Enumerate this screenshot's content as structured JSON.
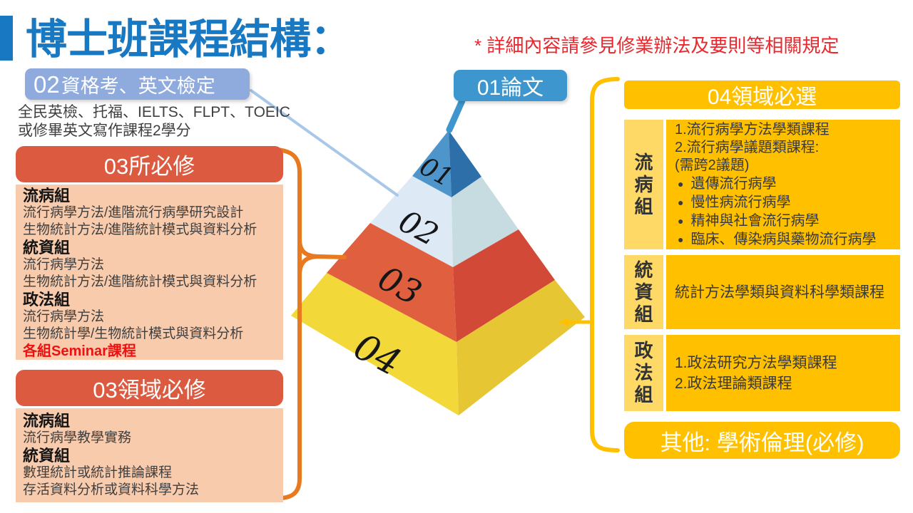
{
  "colors": {
    "title_blue": "#1878C2",
    "note_red": "#E8282D",
    "qualification_blue": "#8FAADC",
    "thesis_blue": "#3E96CE",
    "header_red": "#DC5A3F",
    "panel_orange": "#F8CBAD",
    "gold": "#FFC000",
    "light_gold": "#FFD966",
    "bracket_orange": "#E9791F",
    "seminar_red": "#EE1111",
    "pyramid": {
      "level1_left": "#4E95CB",
      "level1_right": "#2D6FA8",
      "level2_left": "#DDE9F5",
      "level2_right": "#C6DCE0",
      "level3_left": "#E05F3E",
      "level3_right": "#D24A37",
      "level4_left": "#F2D838",
      "level4_right": "#E7C634"
    }
  },
  "header": {
    "title": "博士班課程結構：",
    "note": "* 詳細內容請參見修業辦法及要則等相關規定"
  },
  "qualification": {
    "num": "02",
    "label": "資格考、英文檢定",
    "desc1": "全民英檢、托福、IELTS、FLPT、TOEIC",
    "desc2": "或修畢英文寫作課程2學分"
  },
  "thesis": {
    "label": "01論文"
  },
  "institute_required": {
    "title": "03所必修",
    "groups": [
      {
        "name": "流病組",
        "courses": [
          "流行病學方法/進階流行病學研究設計",
          "生物統計方法/進階統計模式與資料分析"
        ]
      },
      {
        "name": "統資組",
        "courses": [
          "流行病學方法",
          "生物統計方法/進階統計模式與資料分析"
        ]
      },
      {
        "name": "政法組",
        "courses": [
          "流行病學方法",
          "生物統計學/生物統計模式與資料分析"
        ]
      }
    ],
    "seminar": "各組Seminar課程"
  },
  "domain_required": {
    "title": "03領域必修",
    "groups": [
      {
        "name": "流病組",
        "courses": [
          "流行病學教學實務"
        ]
      },
      {
        "name": "統資組",
        "courses": [
          "數理統計或統計推論課程",
          "存活資料分析或資料科學方法"
        ]
      }
    ]
  },
  "domain_elective": {
    "title": "04領域必選",
    "rows": [
      {
        "group": "流病組",
        "lines": [
          "1.流行病學方法學類課程",
          "2.流行病學議題類課程:",
          "(需跨2議題)"
        ],
        "bullets": [
          "遺傳流行病學",
          "慢性病流行病學",
          "精神與社會流行病學",
          "臨床、傳染病與藥物流行病學"
        ]
      },
      {
        "group": "統資組",
        "lines": [
          "統計方法學類與資料科學類課程"
        ]
      },
      {
        "group": "政法組",
        "lines": [
          "1.政法研究方法學類課程",
          "2.政法理論類課程"
        ]
      }
    ]
  },
  "other": {
    "label": "其他: 學術倫理(必修)"
  },
  "pyramid_labels": {
    "l1": "01",
    "l2": "02",
    "l3": "03",
    "l4": "04"
  },
  "icons": {
    "bullet": "●"
  }
}
